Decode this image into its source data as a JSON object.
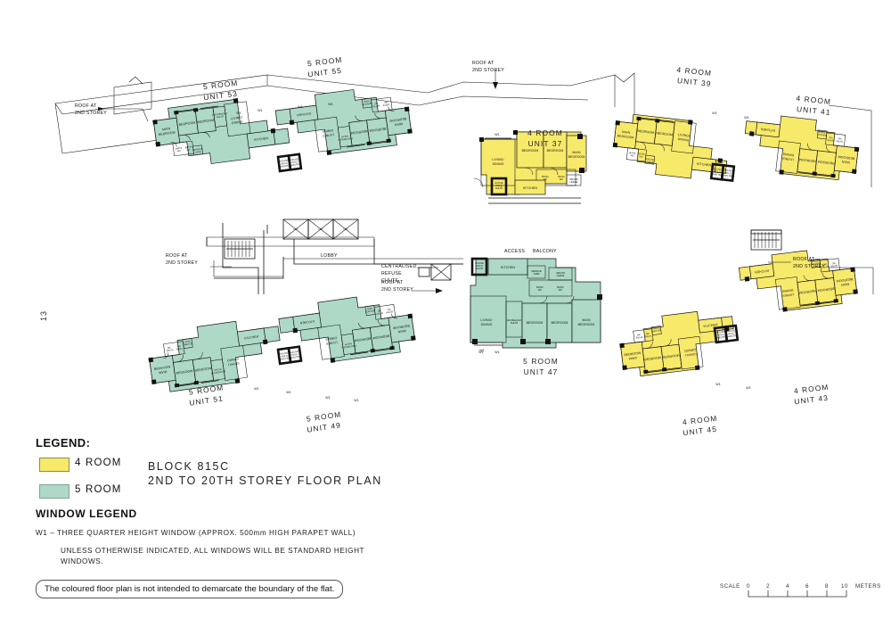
{
  "document": {
    "page_number": "13",
    "block_title_line1": "BLOCK  815C",
    "block_title_line2": "2ND TO 20TH STOREY FLOOR PLAN"
  },
  "legend": {
    "heading": "LEGEND:",
    "items": [
      {
        "label": "4 ROOM",
        "color": "#F7E96A",
        "border": "#b3a23c"
      },
      {
        "label": "5 ROOM",
        "color": "#ADD9C6",
        "border": "#7fa592"
      }
    ]
  },
  "window_legend": {
    "heading": "WINDOW  LEGEND",
    "line1": "W1  –  THREE QUARTER HEIGHT WINDOW (APPROX. 500mm HIGH PARAPET WALL)",
    "line2": "UNLESS OTHERWISE INDICATED, ALL WINDOWS WILL BE STANDARD HEIGHT",
    "line3": "WINDOWS."
  },
  "disclaimer": "The coloured floor plan is not intended to demarcate the boundary of the flat.",
  "scale_bar": {
    "label": "SCALE",
    "ticks": [
      "0",
      "2",
      "4",
      "6",
      "8",
      "10"
    ],
    "units": "METERS"
  },
  "units": [
    {
      "id": "53",
      "type": "5 ROOM",
      "label_line1": "5 ROOM",
      "label_line2": "UNIT 53",
      "color": "#ADD9C6"
    },
    {
      "id": "55",
      "type": "5 ROOM",
      "label_line1": "5 ROOM",
      "label_line2": "UNIT 55",
      "color": "#ADD9C6"
    },
    {
      "id": "37",
      "type": "4 ROOM",
      "label_line1": "4 ROOM",
      "label_line2": "UNIT 37",
      "color": "#F7E96A"
    },
    {
      "id": "39",
      "type": "4 ROOM",
      "label_line1": "4 ROOM",
      "label_line2": "UNIT 39",
      "color": "#F7E96A"
    },
    {
      "id": "41",
      "type": "4 ROOM",
      "label_line1": "4 ROOM",
      "label_line2": "UNIT 41",
      "color": "#F7E96A"
    },
    {
      "id": "47",
      "type": "5 ROOM",
      "label_line1": "5 ROOM",
      "label_line2": "UNIT 47",
      "color": "#ADD9C6"
    },
    {
      "id": "51",
      "type": "5 ROOM",
      "label_line1": "5 ROOM",
      "label_line2": "UNIT 51",
      "color": "#ADD9C6"
    },
    {
      "id": "49",
      "type": "5 ROOM",
      "label_line1": "5 ROOM",
      "label_line2": "UNIT 49",
      "color": "#ADD9C6"
    },
    {
      "id": "45",
      "type": "4 ROOM",
      "label_line1": "4 ROOM",
      "label_line2": "UNIT 45",
      "color": "#F7E96A"
    },
    {
      "id": "43",
      "type": "4 ROOM",
      "label_line1": "4 ROOM",
      "label_line2": "UNIT 43",
      "color": "#F7E96A"
    }
  ],
  "annotations": {
    "roof_2nd_storey": "ROOF AT\n2ND STOREY",
    "roof_l1": "ROOF AT",
    "roof_l2": "2ND STOREY",
    "lobby": "LOBBY",
    "refuse_l1": "CENTRALISED",
    "refuse_l2": "REFUSE",
    "refuse_l3": "CHUTE",
    "access": "ACCESS",
    "balcony": "BALCONY",
    "window_mark": "W1"
  },
  "room_labels": {
    "main_bedroom_l1": "MAIN",
    "main_bedroom_l2": "BEDROOM",
    "bedroom": "BEDROOM",
    "living_l1": "LIVING/",
    "living_l2": "DINING",
    "kitchen": "KITCHEN",
    "bath": "BATH/",
    "wc": "WC",
    "hs_l1": "HOUSE",
    "hs_l2": "HOLD",
    "hs_l3": "SHELTER",
    "aircon_l1": "AIRCON",
    "aircon_l2": "LEDGE",
    "service_l1": "SERVICE",
    "service_l2": "YARD",
    "lift": "LIFT"
  }
}
